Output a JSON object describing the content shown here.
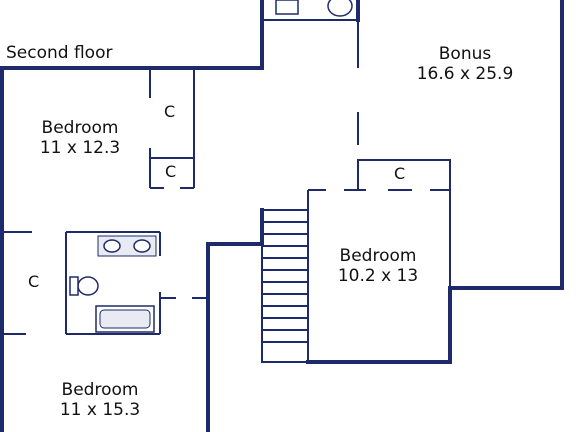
{
  "floor_label": "Second floor",
  "rooms": [
    {
      "name": "Bonus",
      "dims": "16.6 x 25.9"
    },
    {
      "name": "Bedroom",
      "dims": "11 x 12.3"
    },
    {
      "name": "Bedroom",
      "dims": "10.2 x 13"
    },
    {
      "name": "Bedroom",
      "dims": "11 x 15.3"
    }
  ],
  "closet_label": "C",
  "wall_color": "#1f2a6b"
}
